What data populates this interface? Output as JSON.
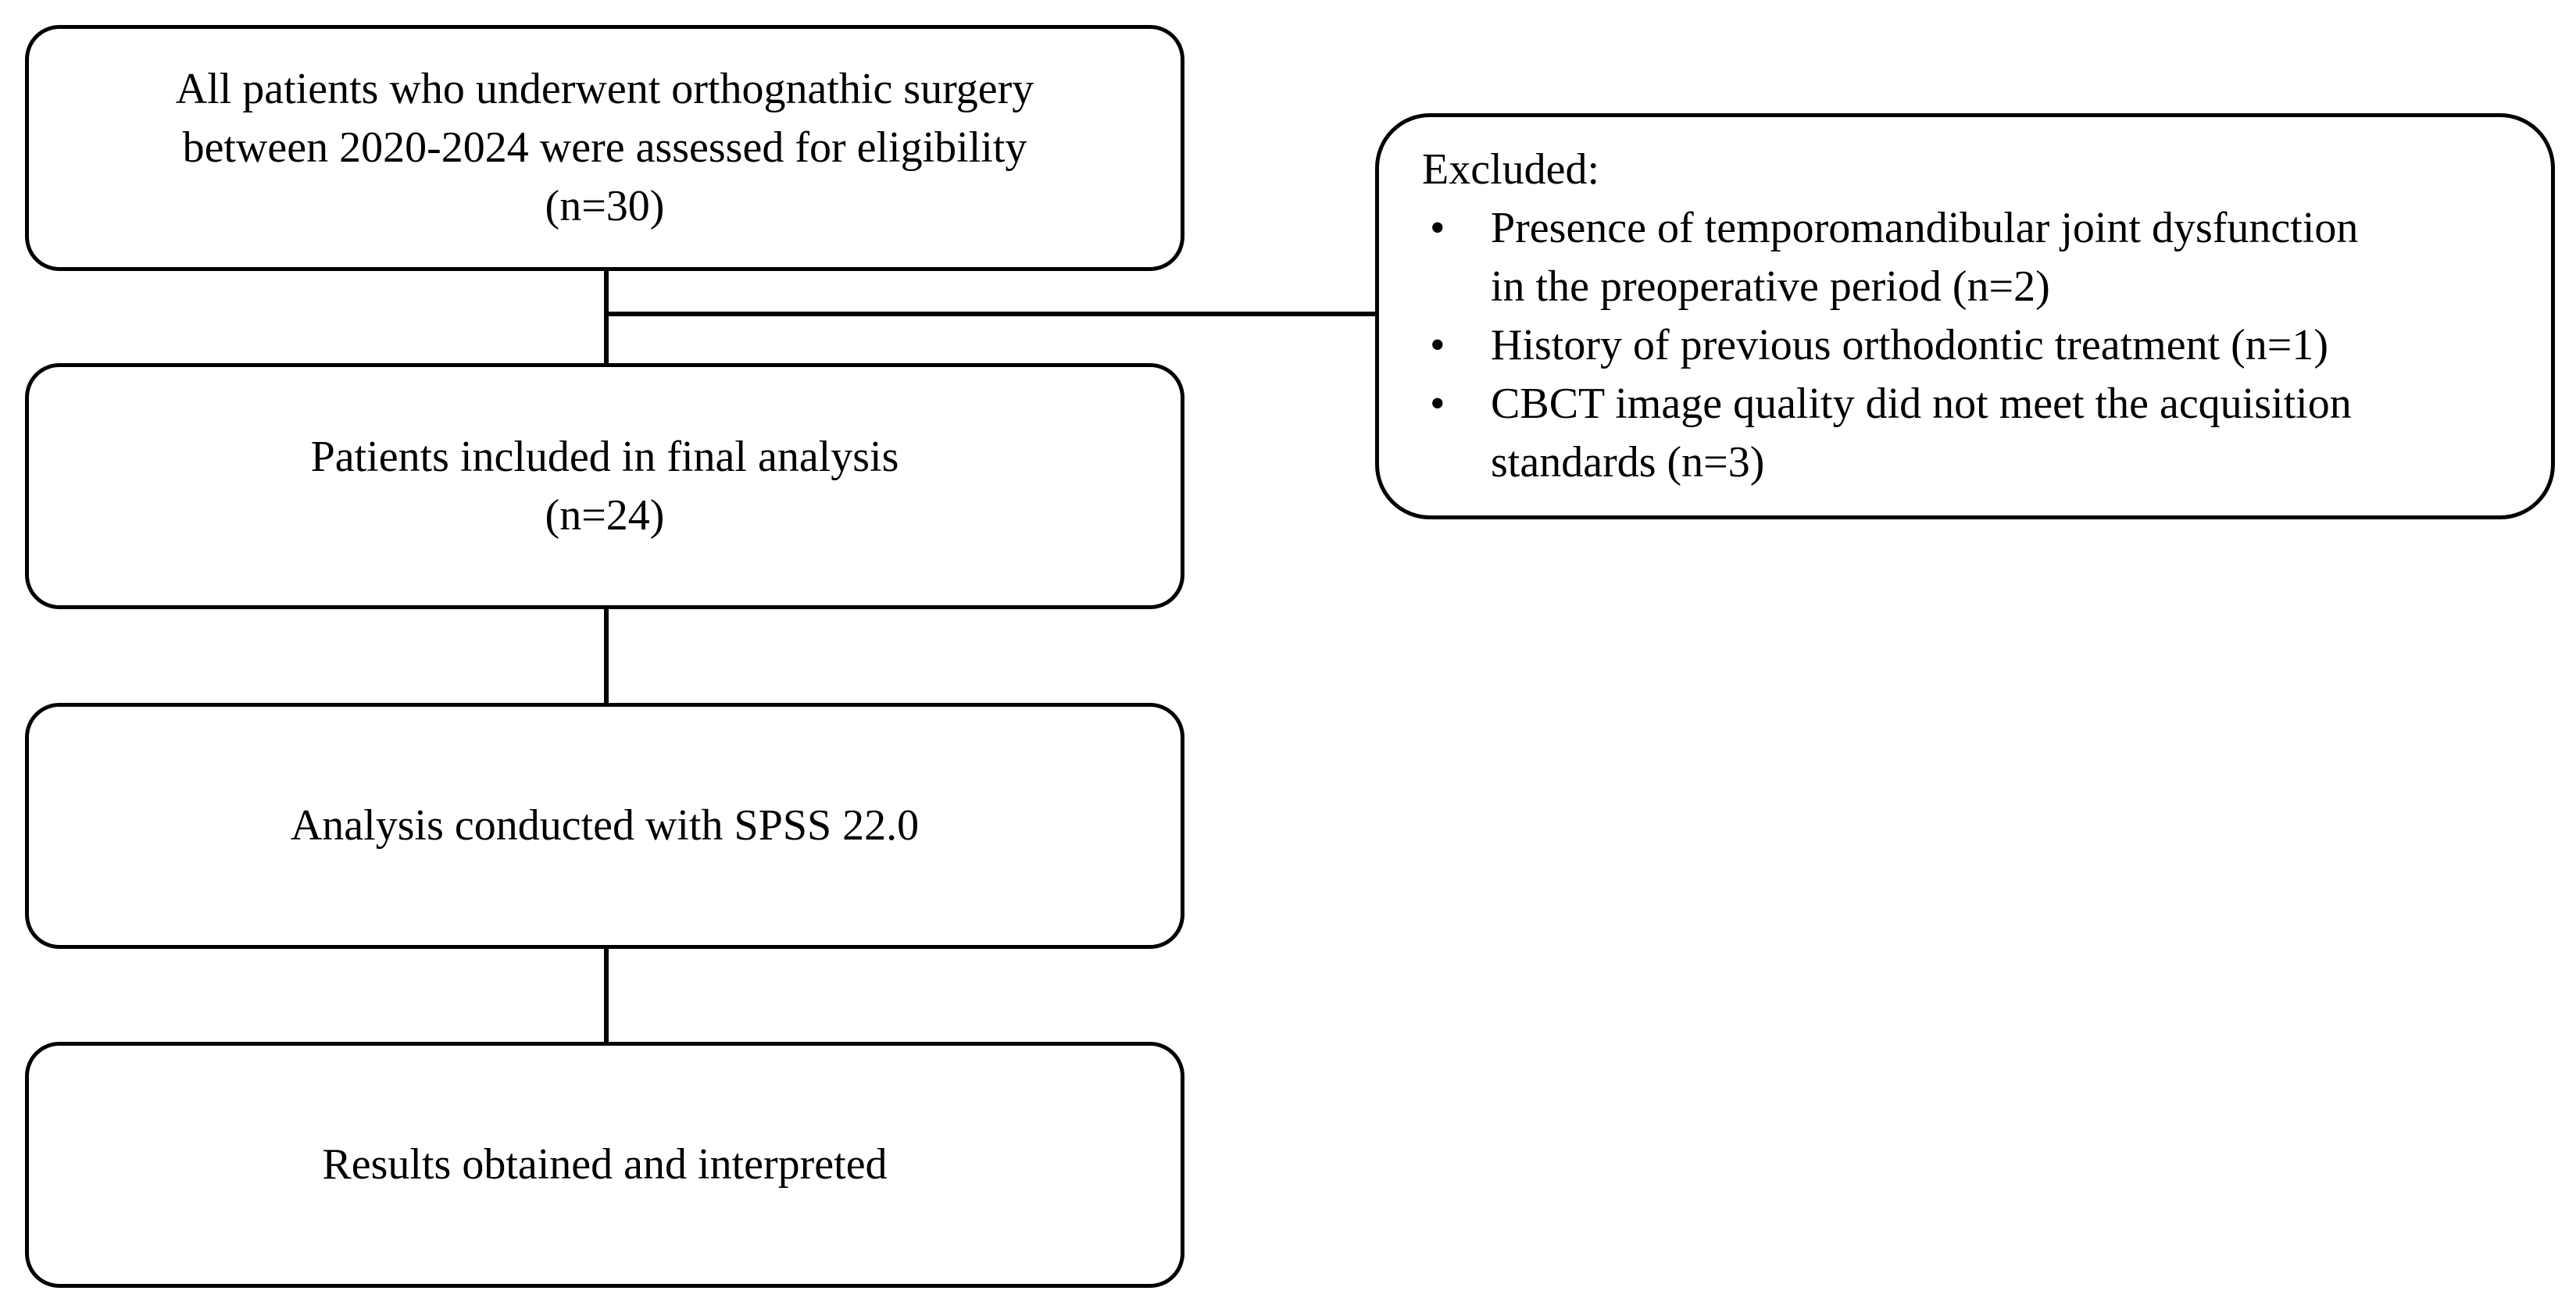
{
  "flow": {
    "assessed": {
      "lines": [
        "All patients who underwent orthognathic surgery",
        "between 2020-2024 were assessed for eligibility",
        "(n=30)"
      ]
    },
    "excluded": {
      "heading": "Excluded:",
      "bullet": "•",
      "items": [
        {
          "lines": [
            "Presence of temporomandibular joint dysfunction",
            "in the preoperative period (n=2)"
          ]
        },
        {
          "lines": [
            "History of previous orthodontic treatment (n=1)"
          ]
        },
        {
          "lines": [
            "CBCT image quality did not meet the acquisition",
            "standards (n=3)"
          ]
        }
      ]
    },
    "included": {
      "lines": [
        "Patients included in final analysis",
        "(n=24)"
      ]
    },
    "analysis": {
      "lines": [
        "Analysis conducted with SPSS 22.0"
      ]
    },
    "results": {
      "lines": [
        "Results obtained and interpreted"
      ]
    }
  }
}
